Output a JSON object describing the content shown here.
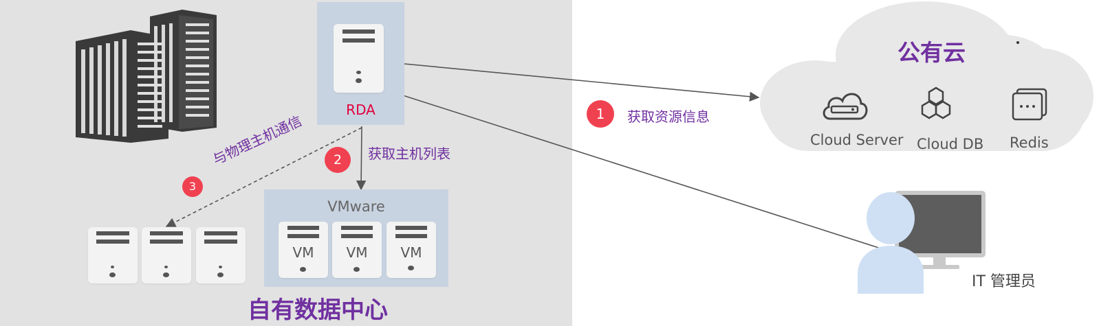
{
  "datacenter": {
    "title": "自有数据中心",
    "rda_label": "RDA",
    "vmware_label": "VMware",
    "vm_label": "VM"
  },
  "cloud": {
    "title": "公有云",
    "services": [
      {
        "label": "Cloud Server",
        "icon": "cloud-server-icon"
      },
      {
        "label": "Cloud DB",
        "icon": "cloud-db-icon"
      },
      {
        "label": "Redis",
        "icon": "redis-icon"
      }
    ]
  },
  "steps": [
    {
      "number": "1",
      "label": "获取资源信息"
    },
    {
      "number": "2",
      "label": "获取主机列表"
    },
    {
      "number": "3",
      "label": "与物理主机通信"
    }
  ],
  "admin": {
    "label": "IT 管理员"
  },
  "colors": {
    "datacenter_bg": "#e2e2e2",
    "box_blue": "#c8d3e1",
    "accent_purple": "#7030a0",
    "rda_red": "#e0003c",
    "step_red": "#f04150",
    "cloud_gray": "#e8e8e8",
    "person_blue": "#cfe0f5"
  }
}
